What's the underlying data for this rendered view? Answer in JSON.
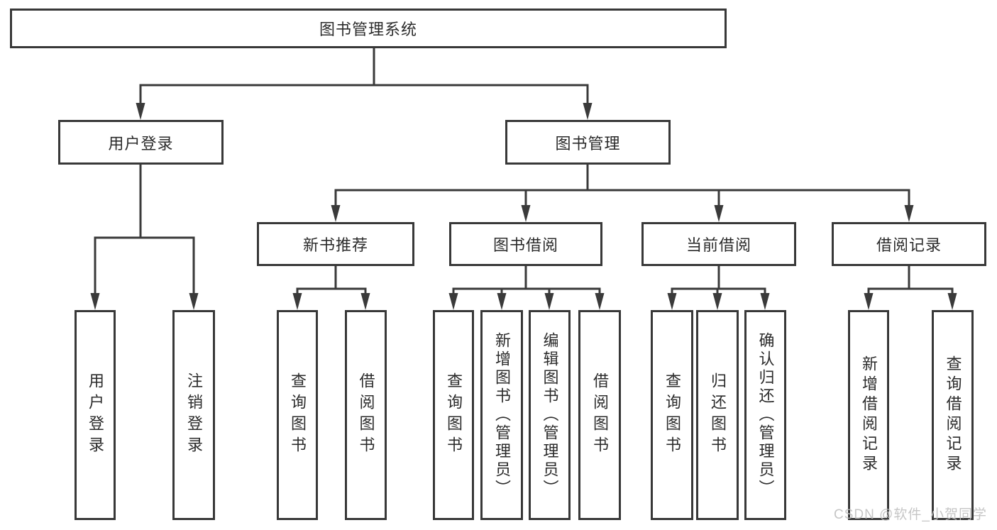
{
  "tree": {
    "root": {
      "label": "图书管理系统",
      "children": [
        {
          "label": "用户登录",
          "children": [
            {
              "label": "用户登录"
            },
            {
              "label": "注销登录"
            }
          ]
        },
        {
          "label": "图书管理",
          "children": [
            {
              "label": "新书推荐",
              "children": [
                {
                  "label": "查询图书"
                },
                {
                  "label": "借阅图书"
                }
              ]
            },
            {
              "label": "图书借阅",
              "children": [
                {
                  "label": "查询图书"
                },
                {
                  "label": "新增图书（管理员）"
                },
                {
                  "label": "编辑图书（管理员）"
                },
                {
                  "label": "借阅图书"
                }
              ]
            },
            {
              "label": "当前借阅",
              "children": [
                {
                  "label": "查询图书"
                },
                {
                  "label": "归还图书"
                },
                {
                  "label": "确认归还（管理员）"
                }
              ]
            },
            {
              "label": "借阅记录",
              "children": [
                {
                  "label": "新增借阅记录"
                },
                {
                  "label": "查询借阅记录"
                }
              ]
            }
          ]
        }
      ]
    }
  },
  "watermark": {
    "text": "CSDN @软件_小贺同学",
    "color": "#c0c0c0"
  },
  "colors": {
    "line": "#3a3a3a",
    "border": "#383838",
    "text": "#2b2b2b",
    "background": "#ffffff"
  }
}
